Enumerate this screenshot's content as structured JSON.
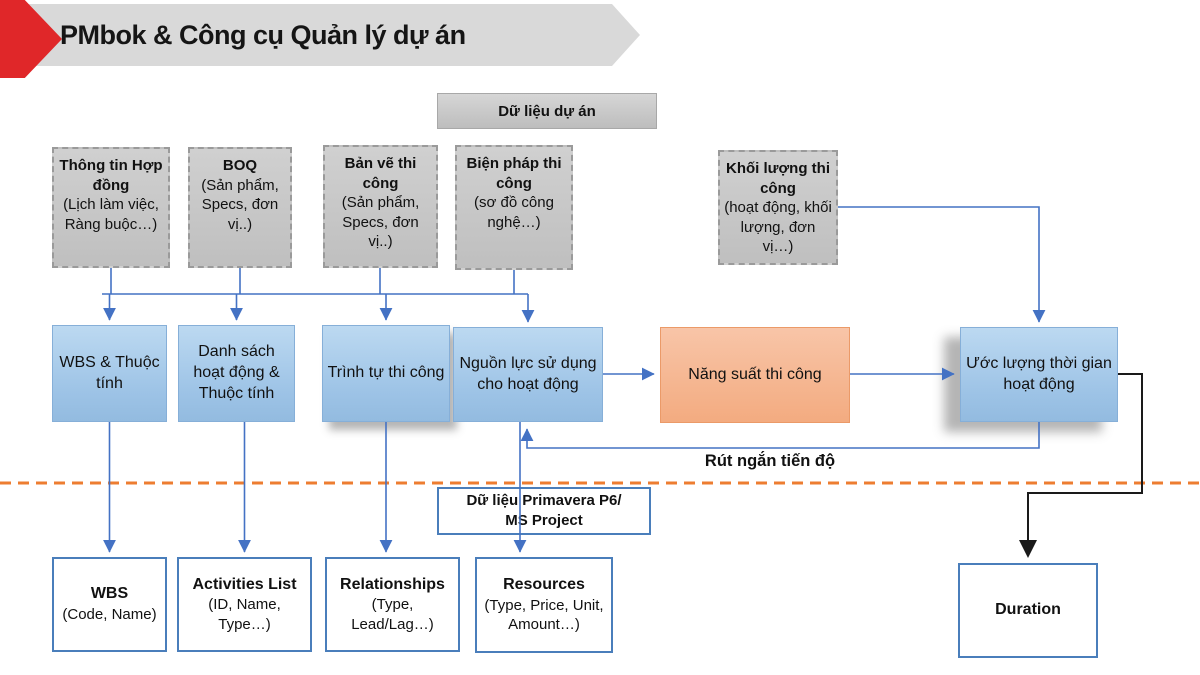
{
  "title": "PMbok & Công cụ Quản lý dự án",
  "top_box": {
    "label": "Dữ liệu dự án"
  },
  "source_boxes": [
    {
      "title": "Thông tin Hợp đồng",
      "detail": "(Lịch làm việc, Ràng buộc…)"
    },
    {
      "title": "BOQ",
      "detail": "(Sản phẩm, Specs, đơn vị..)"
    },
    {
      "title": "Bản vẽ thi công",
      "detail": "(Sản phẩm, Specs, đơn vị..)"
    },
    {
      "title": "Biện pháp thi công",
      "detail": "(sơ đồ công nghệ…)"
    },
    {
      "title": "Khối lượng thi công",
      "detail": "(hoạt động, khối lượng, đơn vị…)"
    }
  ],
  "process_boxes": [
    {
      "label": "WBS & Thuộc tính"
    },
    {
      "label": "Danh sách hoạt động  & Thuộc tính"
    },
    {
      "label": "Trình tự thi công"
    },
    {
      "label": "Nguồn lực sử dụng cho hoạt động"
    },
    {
      "label": "Năng suất thi công"
    },
    {
      "label": "Ước lượng thời gian hoạt động"
    }
  ],
  "feedback_label": "Rút ngắn tiến độ",
  "data_label_box": {
    "line1": "Dữ liệu Primavera P6/",
    "line2": "MS Project"
  },
  "output_boxes": [
    {
      "title": "WBS",
      "detail": "(Code, Name)"
    },
    {
      "title": "Activities List",
      "detail": "(ID, Name, Type…)"
    },
    {
      "title": "Relationships",
      "detail": "(Type, Lead/Lag…)"
    },
    {
      "title": "Resources",
      "detail": "(Type, Price, Unit, Amount…)"
    },
    {
      "title": "Duration",
      "detail": ""
    }
  ],
  "colors": {
    "red_accent": "#e02729",
    "banner_gray": "#d9d9d9",
    "box_gray": "#c9c9c9",
    "box_blue": "#9dc3e6",
    "box_orange": "#f4b183",
    "connector_blue": "#4472c4",
    "connector_black": "#1a1a1a",
    "dashed_divider_orange": "#ed7d31",
    "output_border_blue": "#4a7ebb"
  }
}
